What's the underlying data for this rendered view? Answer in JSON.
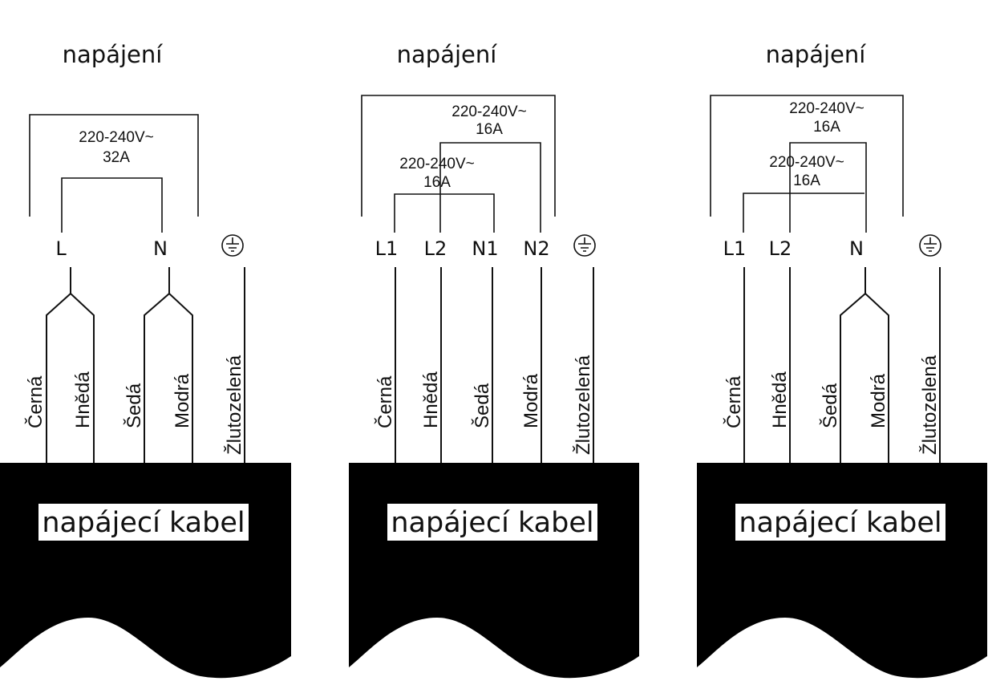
{
  "diagrams": [
    {
      "heading": "napájení",
      "supplies": [
        {
          "voltage": "220-240V~",
          "current": "32A"
        }
      ],
      "terminals": [
        "L",
        "N"
      ],
      "wires": [
        "Černá",
        "Hnědá",
        "Šedá",
        "Modrá",
        "Žlutozelená"
      ],
      "cable_label": "napájecí kabel"
    },
    {
      "heading": "napájení",
      "supplies": [
        {
          "voltage": "220-240V~",
          "current": "16A"
        },
        {
          "voltage": "220-240V~",
          "current": "16A"
        }
      ],
      "terminals": [
        "L1",
        "L2",
        "N1",
        "N2"
      ],
      "wires": [
        "Černá",
        "Hnědá",
        "Šedá",
        "Modrá",
        "Žlutozelená"
      ],
      "cable_label": "napájecí kabel"
    },
    {
      "heading": "napájení",
      "supplies": [
        {
          "voltage": "220-240V~",
          "current": "16A"
        },
        {
          "voltage": "220-240V~",
          "current": "16A"
        }
      ],
      "terminals": [
        "L1",
        "L2",
        "N"
      ],
      "wires": [
        "Černá",
        "Hnědá",
        "Šedá",
        "Modrá",
        "Žlutozelená"
      ],
      "cable_label": "napájecí kabel"
    }
  ],
  "icons": {
    "ground": "earth-ground-icon"
  }
}
